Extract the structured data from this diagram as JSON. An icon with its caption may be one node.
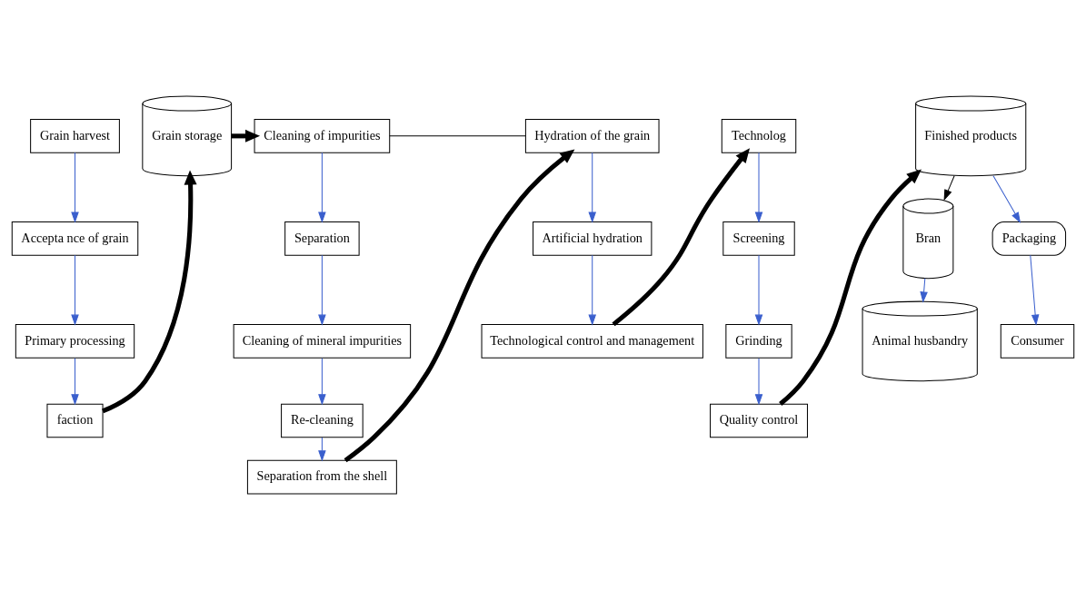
{
  "diagram": {
    "nodes": [
      {
        "text": [
          "Grain harvest"
        ]
      },
      {
        "text": [
          "Accepta nce of grain"
        ]
      },
      {
        "text": [
          "Primary processing"
        ]
      },
      {
        "text": [
          "faction"
        ]
      },
      {
        "text": [
          "Grain storage"
        ]
      },
      {
        "text": [
          "Cleaning of impurities"
        ]
      },
      {
        "text": [
          "Separation"
        ]
      },
      {
        "text": [
          "Cleaning of mineral impurities"
        ]
      },
      {
        "text": [
          "Re-cleaning"
        ]
      },
      {
        "text": [
          "Separation from the shell"
        ]
      },
      {
        "text": [
          "Hydration of the grain"
        ]
      },
      {
        "text": [
          "Artificial hydration"
        ]
      },
      {
        "text": [
          "Technological control and management"
        ]
      },
      {
        "text": [
          "Technolog"
        ]
      },
      {
        "text": [
          "Screening"
        ]
      },
      {
        "text": [
          "Grinding"
        ]
      },
      {
        "text": [
          "Quality control"
        ]
      },
      {
        "text": [
          "Finished products"
        ]
      },
      {
        "text": [
          "Bran"
        ]
      },
      {
        "text": [
          "Packaging"
        ]
      },
      {
        "text": [
          "Animal husbandry"
        ]
      },
      {
        "text": [
          "Consumer"
        ]
      }
    ],
    "edges": [
      {
        "from": 0,
        "to": 1,
        "arrow": "to"
      },
      {
        "from": 1,
        "to": 2,
        "arrow": "to"
      },
      {
        "from": 2,
        "to": 3,
        "arrow": "to"
      },
      {
        "from": 3,
        "to": 4,
        "arrow": "to",
        "style": "thick",
        "color": "#000000"
      },
      {
        "from": 4,
        "to": 5,
        "arrow": "to",
        "style": "thick",
        "color": "#000000"
      },
      {
        "from": 5,
        "to": 6,
        "arrow": "to"
      },
      {
        "from": 6,
        "to": 7,
        "arrow": "to"
      },
      {
        "from": 7,
        "to": 8,
        "arrow": "to"
      },
      {
        "from": 8,
        "to": 9,
        "arrow": "to"
      },
      {
        "from": 9,
        "to": 10,
        "arrow": "to",
        "style": "thick",
        "color": "#000000"
      },
      {
        "from": 5,
        "to": 10,
        "arrow": "none",
        "color": "#000000"
      },
      {
        "from": 10,
        "to": 11,
        "arrow": "to"
      },
      {
        "from": 11,
        "to": 12,
        "arrow": "to"
      },
      {
        "from": 12,
        "to": 13,
        "arrow": "to",
        "style": "thick",
        "color": "#000000"
      },
      {
        "from": 13,
        "to": 14,
        "arrow": "to"
      },
      {
        "from": 14,
        "to": 15,
        "arrow": "to"
      },
      {
        "from": 15,
        "to": 16,
        "arrow": "to"
      },
      {
        "from": 16,
        "to": 17,
        "arrow": "to",
        "style": "thick",
        "color": "#000000"
      },
      {
        "from": 17,
        "to": 18,
        "arrow": "to",
        "color": "#000000"
      },
      {
        "from": 17,
        "to": 19,
        "arrow": "to"
      },
      {
        "from": 18,
        "to": 20,
        "arrow": "to"
      },
      {
        "from": 19,
        "to": 21,
        "arrow": "to"
      }
    ]
  }
}
